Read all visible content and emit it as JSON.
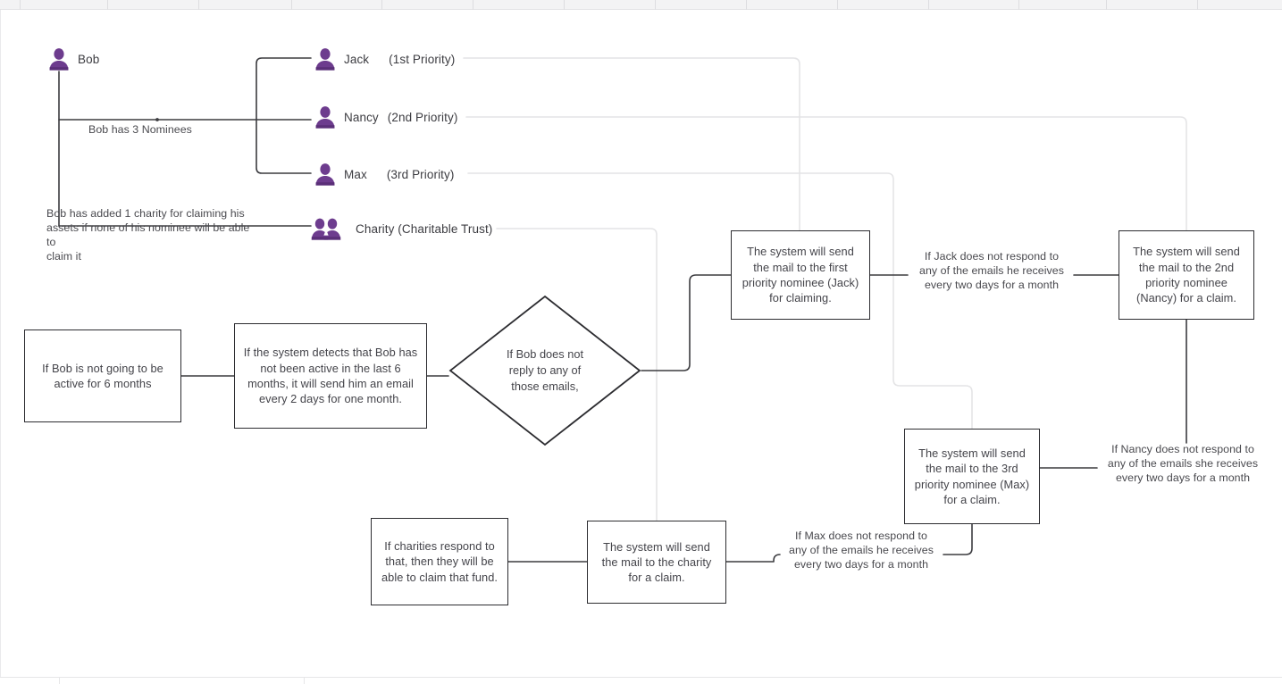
{
  "diagram": {
    "title": "Digital asset nominee claiming flow",
    "colors": {
      "person_purple": "#6d3c8e",
      "wire_dark": "#3b3b3f",
      "wire_light": "#e4e4e6",
      "box_border": "#2c2c30",
      "text": "#44444a"
    },
    "people": [
      {
        "icon": "person-icon",
        "name": "Bob",
        "priority": ""
      },
      {
        "icon": "person-icon",
        "name": "Jack",
        "priority": "(1st Priority)"
      },
      {
        "icon": "person-icon",
        "name": "Nancy",
        "priority": "(2nd Priority)"
      },
      {
        "icon": "person-icon",
        "name": "Max",
        "priority": "(3rd Priority)"
      },
      {
        "icon": "people-group-icon",
        "name": "Charity (Charitable Trust)",
        "priority": ""
      }
    ],
    "notes": [
      {
        "id": "nominee_note",
        "text": "Bob has 3 Nominees"
      },
      {
        "id": "charity_note",
        "text": "Bob has added 1 charity for claiming his\nassets if none of his nominee will be able to\nclaim it"
      },
      {
        "id": "jack_no_reply",
        "text": "If Jack does not respond to\nany of the emails he receives\nevery two days for a month"
      },
      {
        "id": "nancy_no_reply",
        "text": "If Nancy does not respond to\nany of the emails she receives\nevery two days for a month"
      },
      {
        "id": "max_no_reply",
        "text": "If Max does not respond to\nany of the emails he receives\nevery two days for a month"
      }
    ],
    "boxes": [
      {
        "id": "bob_inactive",
        "text": "If Bob is not going to be\nactive for 6 months"
      },
      {
        "id": "system_detect",
        "text": "If the system detects that Bob has\nnot been active in the last 6\nmonths, it will send him an email\nevery 2 days for one month."
      },
      {
        "id": "mail_jack",
        "text": "The system will send\nthe mail to the first\npriority nominee (Jack)\nfor claiming."
      },
      {
        "id": "mail_nancy",
        "text": "The system will send\nthe mail to the 2nd\npriority nominee\n(Nancy) for a claim."
      },
      {
        "id": "mail_max",
        "text": "The system will send\nthe mail to the 3rd\npriority nominee (Max)\nfor a claim."
      },
      {
        "id": "mail_charity",
        "text": "The system will send\nthe mail to the charity\nfor a claim."
      },
      {
        "id": "charity_responds",
        "text": "If charities respond to\nthat, then they will be\nable to claim that fund."
      }
    ],
    "decision": {
      "id": "bob_no_reply",
      "text": "If Bob does not\nreply to any of\nthose emails,"
    }
  }
}
